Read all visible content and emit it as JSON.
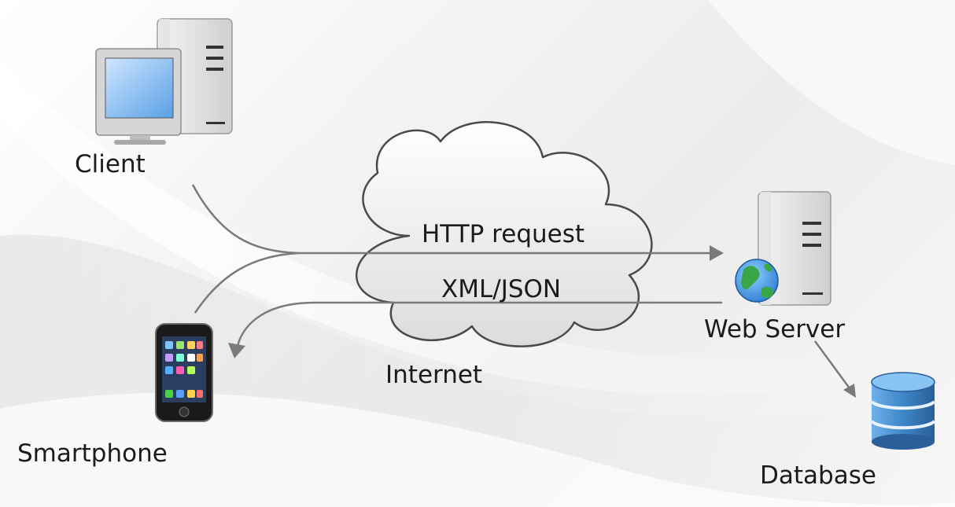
{
  "nodes": {
    "client": "Client",
    "smartphone": "Smartphone",
    "web_server": "Web Server",
    "database": "Database",
    "internet": "Internet"
  },
  "flows": {
    "request": "HTTP request",
    "response": "XML/JSON"
  },
  "colors": {
    "arrow": "#7a7a7a",
    "cloud_outline": "#4a4a4a",
    "globe_blue": "#2f7fd2",
    "globe_green": "#3aa64a",
    "database_blue": "#3e86c9"
  },
  "icons": {
    "client": "desktop-computer-icon",
    "smartphone": "smartphone-icon",
    "web_server": "web-server-icon",
    "database": "database-icon",
    "internet": "cloud-icon"
  }
}
